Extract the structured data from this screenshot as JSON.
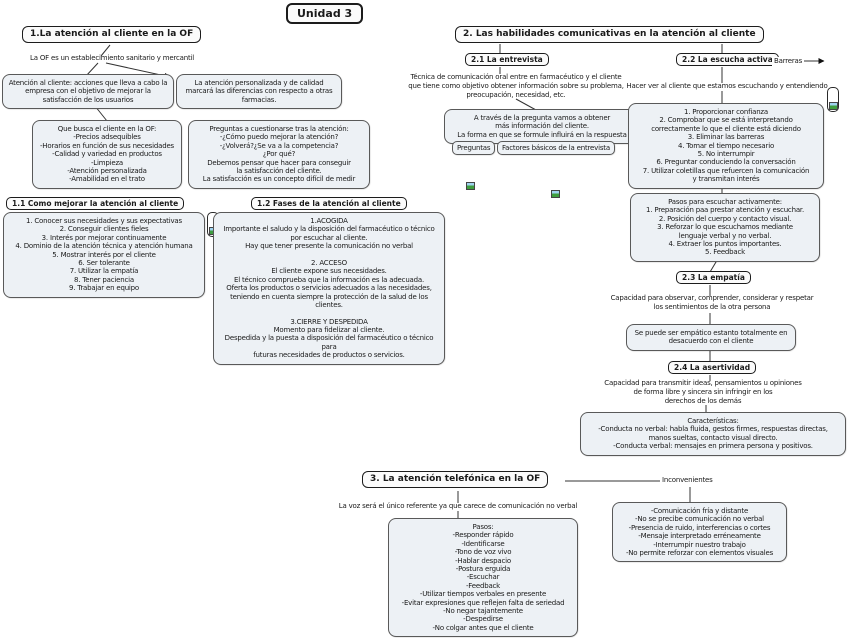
{
  "title": "Unidad 3",
  "colors": {
    "background": "#ffffff",
    "box_fill": "#edf1f5",
    "box_border": "#595959",
    "topic_border": "#1c1c1c",
    "connector": "#333333"
  },
  "icons": {
    "attachment": "image-attachment-icon",
    "barreras_attachment": "image-attachment-icon"
  },
  "s1": {
    "header": "1.La atención al cliente en la OF",
    "intro": "La OF es un establecimiento sanitario y mercantil",
    "box_definicion": "Atención al cliente: acciones que lleva a cabo la empresa con el objetivo de mejorar la satisfacción de los usuarios",
    "box_personalizada": "La atención personalizada y de calidad marcará las diferencias con respecto a otras farmacias.",
    "box_que_busca": [
      "Que busca el cliente en la OF:",
      "-Precios adsequibles",
      "-Horarios en función de sus necesidades",
      "-Calidad y variedad en productos",
      "-Limpieza",
      "-Atención personalizada",
      "-Amabilidad en el trato"
    ],
    "box_preguntas": [
      "Preguntas a cuestionarse tras la atención:",
      "-¿Cómo puedo mejorar la atención?",
      "-¿Volverá?¿Se va a la competencia?",
      "¿Por qué?",
      "Debemos pensar que hacer para conseguir",
      "la satisfacción del cliente.",
      "La satisfacción es un concepto difícil de medir"
    ]
  },
  "s1_1": {
    "header": "1.1 Como mejorar la atención al cliente",
    "items": [
      "1. Conocer sus necesidades y sus expectativas",
      "2. Conseguir clientes fieles",
      "3. Interés por mejorar continuamente",
      "4. Dominio de la atención técnica y atención humana",
      "5. Mostrar interés por el cliente",
      "6. Ser tolerante",
      "7. Utilizar la empatía",
      "8. Tener paciencia",
      "9. Trabajar en equipo"
    ]
  },
  "s1_2": {
    "header": "1.2 Fases de la atención al cliente",
    "content": [
      "1.ACOGIDA",
      "Importante el saludo y la disposición del farmacéutico o técnico",
      "por escuchar al cliente.",
      "Hay que tener presente la comunicación no verbal",
      "",
      "2. ACCESO",
      "El cliente expone sus necesidades.",
      "El técnico comprueba que la información es la adecuada.",
      "Oferta los productos o servicios adecuados a las necesidades,",
      "teniendo en cuenta siempre la protección de la salud de los clientes.",
      "",
      "3.CIERRE Y DESPEDIDA",
      "Momento para fidelizar al cliente.",
      "Despedida y la puesta a disposición del farmacéutico o técnico para",
      "futuras necesidades de productos o servicios."
    ]
  },
  "s2": {
    "header": "2. Las habilidades comunicativas en la atención al cliente"
  },
  "s2_1": {
    "header": "2.1 La entrevista",
    "desc": [
      "Técnica de comunicación oral entre en farmacéutico y el cliente",
      "que tiene como objetivo obtener información sobre su problema,",
      "preocupación, necesidad, etc."
    ],
    "box_pregunta": [
      "A través de la pregunta vamos a obtener",
      "más información del cliente.",
      "La forma en que se formule influirá en la respuesta"
    ],
    "sub_preguntas": "Preguntas",
    "sub_factores": "Factores básicos de la entrevista"
  },
  "s2_2": {
    "header": "2.2 La escucha activa",
    "barreras_label": "Barreras",
    "desc": "Hacer ver al cliente que estamos escuchando y entendiendo",
    "box_claves": [
      "1. Proporcionar confianza",
      "2. Comprobar que se está interpretando",
      "correctamente lo que el cliente está diciendo",
      "3. Eliminar las barreras",
      "4. Tomar el tiempo necesario",
      "5. No interrumpir",
      "6. Preguntar conduciendo la conversación",
      "7. Utilizar coletillas que refuercen la comunicación",
      "y transmitan interés"
    ],
    "box_pasos": [
      "Pasos para escuchar activamente:",
      "1. Preparación paa prestar atención y escuchar.",
      "2. Posición del cuerpo y contacto visual.",
      "3. Reforzar lo que escuchamos mediante",
      "lenguaje verbal y no verbal.",
      "4. Extraer los puntos importantes.",
      "5. Feedback"
    ]
  },
  "s2_3": {
    "header": "2.3 La empatía",
    "desc": [
      "Capacidad para observar, comprender, considerar y respetar",
      "los sentimientos de la otra persona"
    ],
    "box": "Se puede ser empático estanto totalmente en desacuerdo con el cliente"
  },
  "s2_4": {
    "header": "2.4 La asertividad",
    "desc": [
      "Capacidad para transmitir ideas, pensamientos u opiniones",
      "de forma libre y sincera sin infringir en los",
      "derechos de los demás"
    ],
    "box": [
      "Características:",
      "-Conducta no verbal: habla fluida, gestos firmes, respuestas directas,",
      "manos sueltas, contacto visual directo.",
      "-Conducta verbal: mensajes en primera persona y positivos."
    ]
  },
  "s3": {
    "header": "3. La atención telefónica en la OF",
    "inconvenientes_label": "Inconvenientes",
    "desc": "La voz será el único referente ya que carece de comunicación no verbal",
    "box_pasos": [
      "Pasos:",
      "-Responder rápido",
      "-Identificarse",
      "-Tono de voz vivo",
      "-Hablar despacio",
      "-Postura erguida",
      "-Escuchar",
      "-Feedback",
      "-Utilizar tiempos verbales en presente",
      "-Evitar expresiones que reflejen falta de seriedad",
      "-No negar tajantemente",
      "-Despedirse",
      "-No colgar antes que el cliente"
    ],
    "box_inconvenientes": [
      "-Comunicación fría y distante",
      "-No se precibe comunicación no verbal",
      "-Presencia de ruido, interferencias o cortes",
      "-Mensaje interpretado erréneamente",
      "-Interrumpir nuestro trabajo",
      "-No permite reforzar con elementos visuales"
    ]
  }
}
